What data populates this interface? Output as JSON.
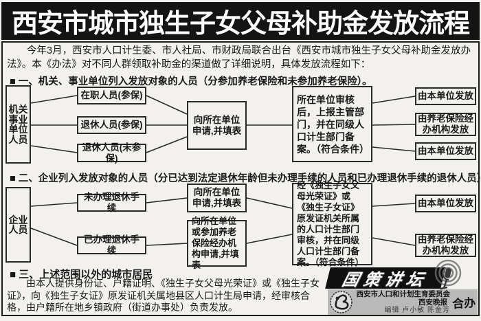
{
  "title": "西安市城市独生子女父母补助金发放流程",
  "intro": "今年3月，西安市人口计生委、市人社局、市财政局联合出台《西安市城市独生子女父母补助金发放办法》。本《办法》对不同人群领取补助金的渠道做了详细说明，具体发放流程如下：",
  "section1": {
    "heading": "■ 一、机关、事业单位列入发放对象的人员（分参加养老保险和未参加养老保险）。",
    "flow": {
      "source": "机关事业单位人员",
      "categories": [
        "在职人员(参保)",
        "退休人员(参保)",
        "退休人员(未参保)"
      ],
      "apply": "向所在单位申请,并填表",
      "review": "所在单位审核后，上报主管部门，并在同级人口计生部门备案。（符合条件）",
      "outputs": [
        "由本单位发放",
        "由养老保险经办机构发放",
        "由本单位发放"
      ]
    }
  },
  "section2": {
    "heading": "■ 二、企业列入发放对象的人员（分已达到法定退休年龄但未办理手续的人员和已办理退休手续的退休人员）。",
    "flow": {
      "source": "企业人员",
      "categories": [
        "未办理退休手续",
        "已办理退休手续"
      ],
      "apply1": "向所在单位申请,并填表",
      "apply2": "向所在单位或参加养老保险经办机构申请,并填表",
      "review": "经《独生子女父母光荣证》或《独生子女证》原发证机关所属的人口计生部门审核，并在同级人口计生部门备案。（符合条件）",
      "outputs": [
        "由本单位发放",
        "由养老保险经办机构发放"
      ]
    }
  },
  "section3": {
    "heading": "■ 三、上述范围以外的城市居民",
    "body": "由本人提供身份证、户籍证明、《独生子女父母光荣证》或《独生子女证》，向《独生子女证》原发证机关属地县区人口计生局申请，经审核合格，由户籍所在地乡镇政府（街道办事处）负责发放。"
  },
  "footer": {
    "banner": "国策讲坛",
    "org1": "西安市人口和计划生育委员会",
    "org2": "西安晚报",
    "joint": "合办",
    "editors": "编辑 卢小敏 陈金芳",
    "icons": [
      "microphone-icon",
      "family-planning-logo"
    ]
  },
  "colors": {
    "page_background": "#f2f1ee",
    "title_bar": "#141414",
    "title_text": "#fdfdfd",
    "box_border": "#2a2a2a",
    "body_text": "#191919",
    "publisher_box": "#b9b9b9"
  }
}
